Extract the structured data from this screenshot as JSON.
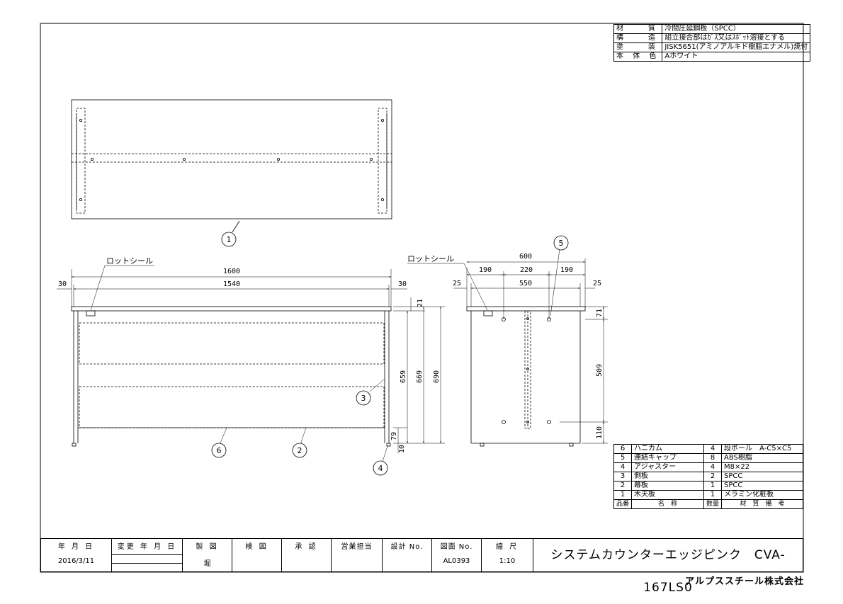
{
  "spec_table": [
    {
      "key": "材　　質",
      "value": "冷間圧延鋼板（SPCC）"
    },
    {
      "key": "構　　造",
      "value": "組立接合部はｶﾞｽ又はｽﾎﾟｯﾄ溶接とする"
    },
    {
      "key": "塗　　装",
      "value": "JISK5651(アミノアルキド樹脂エナメル)焼付"
    },
    {
      "key": "本 体 色",
      "value": "Aホワイト"
    }
  ],
  "parts_table": {
    "rows": [
      {
        "no": "6",
        "name": "ハニカム",
        "qty": "4",
        "material": "段ボール　A-C5×C5"
      },
      {
        "no": "5",
        "name": "連結キャップ",
        "qty": "8",
        "material": "ABS樹脂"
      },
      {
        "no": "4",
        "name": "アジャスター",
        "qty": "4",
        "material": "M8×22"
      },
      {
        "no": "3",
        "name": "側板",
        "qty": "2",
        "material": "SPCC"
      },
      {
        "no": "2",
        "name": "幕板",
        "qty": "1",
        "material": "SPCC"
      },
      {
        "no": "1",
        "name": "木天板",
        "qty": "1",
        "material": "メラミン化粧板"
      }
    ],
    "header": {
      "no": "品番",
      "name": "名　称",
      "qty": "数量",
      "material": "材　質　備　考"
    }
  },
  "front_view": {
    "label": "ロットシール",
    "dims": {
      "total_width": "1600",
      "inner_width": "1540",
      "left_offset": "30",
      "right_offset": "30",
      "top_thickness": "21",
      "h659": "659",
      "h669": "669",
      "h690": "690",
      "bottom_gap": "79",
      "foot": "10"
    }
  },
  "side_view": {
    "label": "ロットシール",
    "dims": {
      "depth": "600",
      "d190a": "190",
      "d220": "220",
      "d190b": "190",
      "d550": "550",
      "d25a": "25",
      "d25b": "25",
      "v71": "71",
      "v509": "509",
      "v110": "110"
    }
  },
  "balloons": [
    "1",
    "2",
    "3",
    "4",
    "5",
    "6"
  ],
  "title_block": {
    "date_label": "年 月 日",
    "date_value": "2016/3/11",
    "change_label": "変更 年 月 日",
    "drafter_label": "製 図",
    "drafter_value": "堀",
    "checked_label": "検 図",
    "approved_label": "承 認",
    "sales_label": "営業担当",
    "design_no_label": "設計 No.",
    "drawing_no_label": "図面 No.",
    "drawing_no_value": "AL0393",
    "scale_label": "縮 尺",
    "scale_value": "1:10",
    "product_name": "システムカウンターエッジピンク　CVA-167LS0"
  },
  "maker": "アルプススチール株式会社"
}
